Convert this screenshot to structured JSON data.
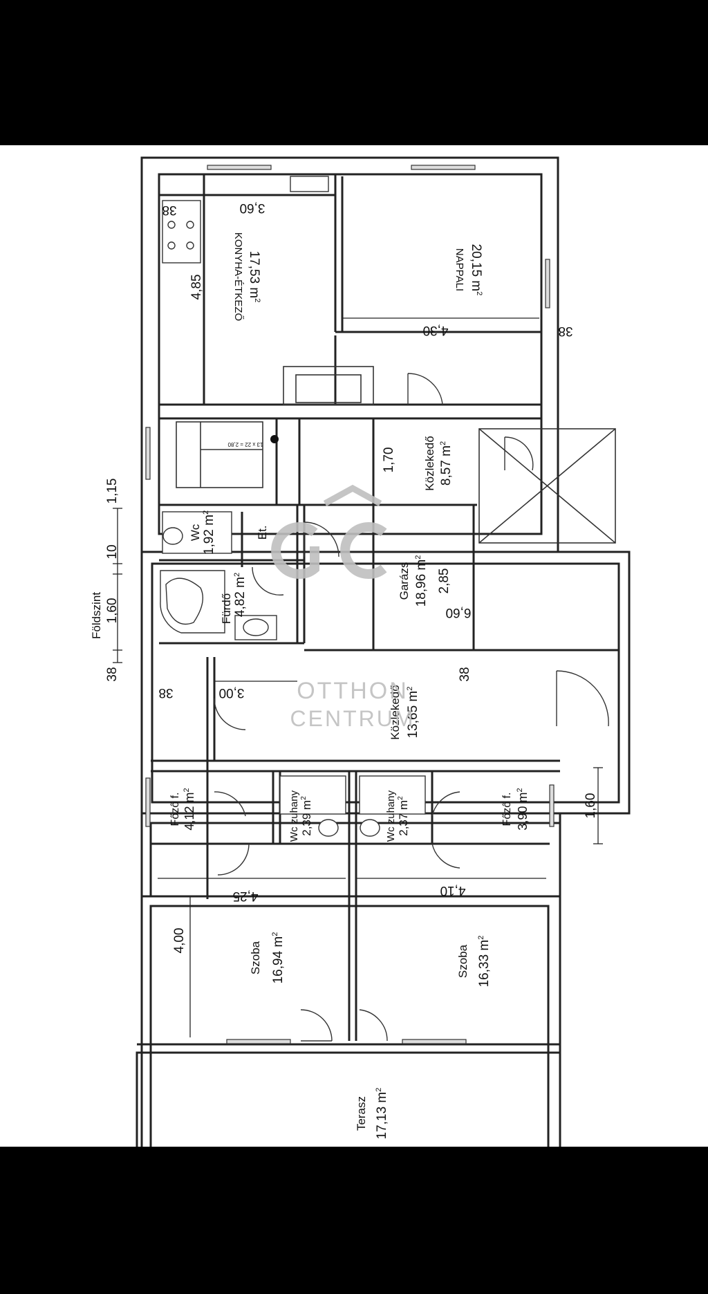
{
  "rooms": {
    "konyha": {
      "name": "KONYHA-ÉTKEZŐ",
      "area": "17,53 m",
      "dim_a": "4,85",
      "dim_b": "3,60"
    },
    "nappali": {
      "name": "NAPPALI",
      "area": "20,15 m",
      "dim_a": "4,30"
    },
    "kozlekedo_1": {
      "name": "Közlekedő",
      "area": "8,57 m",
      "dim_a": "1,70"
    },
    "garazs": {
      "name": "Garázs",
      "area": "18,96 m",
      "dim_a": "2,85",
      "dim_b": "6,60"
    },
    "wc_1": {
      "name": "Wc",
      "area": "1,92 m"
    },
    "et": {
      "name": "Et."
    },
    "furdo": {
      "name": "Fürdő",
      "area": "4,82 m"
    },
    "kozlekedo_2": {
      "name": "Közlekedő",
      "area": "13,65 m",
      "dim_a": "3,00"
    },
    "fozo_1": {
      "name": "Főző f.",
      "area": "4,12 m"
    },
    "wc_zuhany_1": {
      "name": "Wc zuhany",
      "area": "2,39 m"
    },
    "wc_zuhany_2": {
      "name": "Wc zuhany",
      "area": "2,37 m"
    },
    "fozo_2": {
      "name": "Főző f.",
      "area": "3,90 m"
    },
    "szoba_1": {
      "name": "Szoba",
      "area": "16,94 m",
      "dim_a": "4,25",
      "dim_b": "4,00"
    },
    "szoba_2": {
      "name": "Szoba",
      "area": "16,33 m",
      "dim_a": "4,10"
    },
    "terasz": {
      "name": "Terasz",
      "area": "17,13 m"
    }
  },
  "dimensions": {
    "left_1": "1,15",
    "left_2": "10",
    "left_3": "1,60",
    "left_4": "38",
    "wall_38_top": "38",
    "wall_38_right": "38",
    "wall_38_mid": "38",
    "wall_38_garage": "38",
    "right_160": "1,60"
  },
  "level_label": "Földszint",
  "stair_note": "13 x 22 = 2,80",
  "sq": "2",
  "watermark": {
    "line1": "OTTHON",
    "line2": "CENTRUM"
  }
}
